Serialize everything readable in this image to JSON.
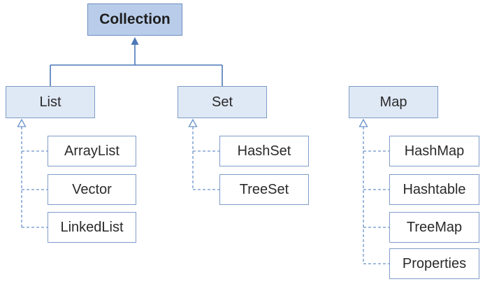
{
  "nodes": {
    "collection": "Collection",
    "list": "List",
    "set": "Set",
    "map": "Map",
    "arraylist": "ArrayList",
    "vector": "Vector",
    "linkedlist": "LinkedList",
    "hashset": "HashSet",
    "treeset": "TreeSet",
    "hashmap": "HashMap",
    "hashtable": "Hashtable",
    "treemap": "TreeMap",
    "properties": "Properties"
  },
  "colors": {
    "root_fill": "#b9cdea",
    "parent_fill": "#dfe8f5",
    "child_fill": "#ffffff",
    "border": "#7e9cc8",
    "connector": "#5b86c4"
  }
}
